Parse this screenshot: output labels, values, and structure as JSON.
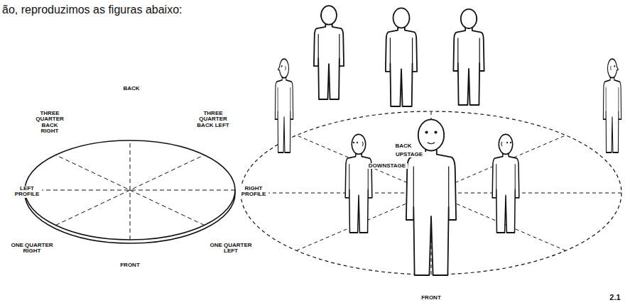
{
  "diagram": {
    "labels": [
      "ão, reproduzimos as figuras abaixo:",
      "BACK",
      "THREE QUARTER BACK LEFT",
      "THREE QUARTER BACK RIGHT",
      "LEFT PROFILE",
      "RIGHT PROFILE",
      "ONE QUARTER RIGHT",
      "ONE QUARTER LEFT",
      "FRONT",
      "BACK",
      "UPSTAGE",
      "DOWNSTAGE",
      "FRONT",
      "2.1"
    ]
  }
}
